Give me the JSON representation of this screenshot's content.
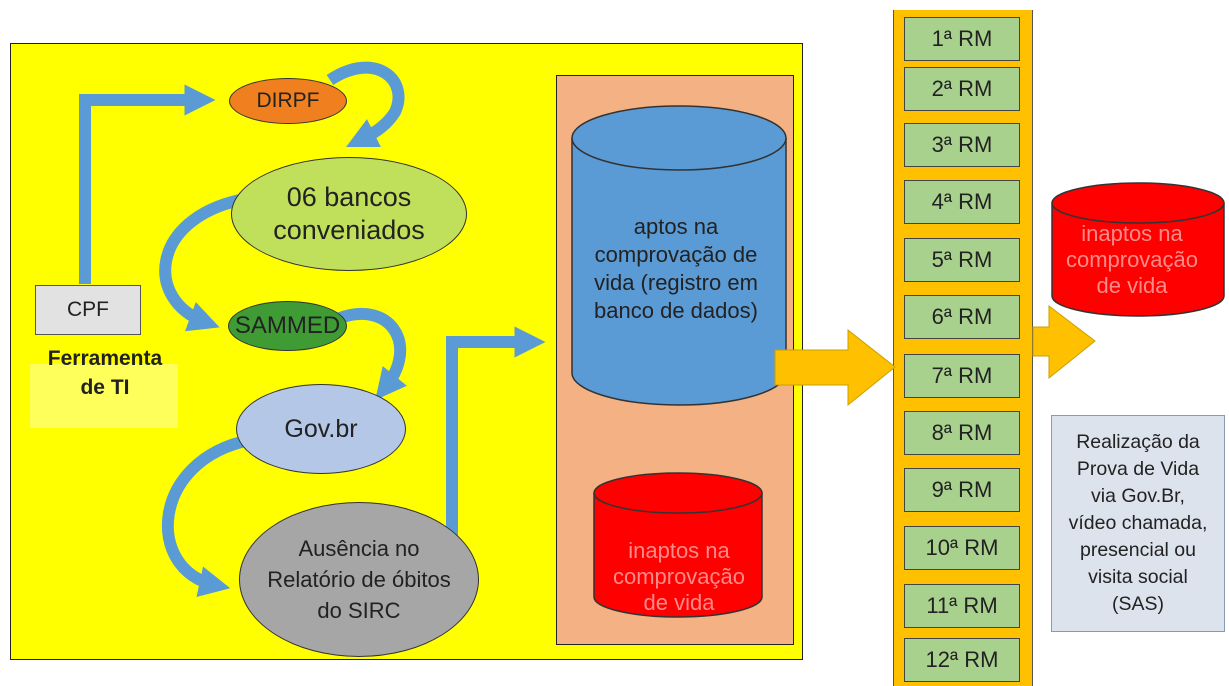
{
  "left_flow": {
    "cpf_label": "CPF",
    "tool_label_line1": "Ferramenta",
    "tool_label_line2": "de TI",
    "dirpf": "DIRPF",
    "bancos_line1": "06 bancos",
    "bancos_line2": "conveniados",
    "sammed": "SAMMED",
    "govbr": "Gov.br",
    "ausencia_line1": "Ausência no",
    "ausencia_line2": "Relatório de óbitos",
    "ausencia_line3": "do SIRC"
  },
  "database": {
    "aptos_line1": "aptos na",
    "aptos_line2": "comprovação de",
    "aptos_line3": "vida (registro em",
    "aptos_line4": "banco de dados)",
    "inaptos_line1": "inaptos na",
    "inaptos_line2": "comprovação",
    "inaptos_line3": "de vida"
  },
  "regions": [
    "1ª RM",
    "2ª RM",
    "3ª RM",
    "4ª RM",
    "5ª RM",
    "6ª RM",
    "7ª RM",
    "8ª RM",
    "9ª RM",
    "10ª RM",
    "11ª RM",
    "12ª RM"
  ],
  "right_side": {
    "inaptos_line1": "inaptos na",
    "inaptos_line2": "comprovação",
    "inaptos_line3": "de vida",
    "realizacao_line1": "Realização da",
    "realizacao_line2": "Prova de Vida",
    "realizacao_line3": "via Gov.Br,",
    "realizacao_line4": "vídeo chamada,",
    "realizacao_line5": "presencial ou",
    "realizacao_line6": "visita social",
    "realizacao_line7": "(SAS)"
  },
  "colors": {
    "panel_yellow": "#ffff00",
    "panel_orange": "#f4b183",
    "flow_arrow": "#5b9bd5",
    "cylinder_blue": "#5b9bd5",
    "cylinder_red": "#ff0000",
    "region_green": "#a9d18e",
    "region_strip": "#ffc000",
    "big_arrow": "#ffc000"
  }
}
